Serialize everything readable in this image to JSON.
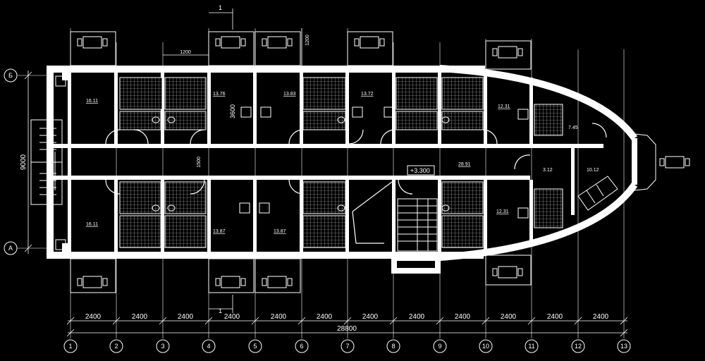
{
  "axes": {
    "letters": [
      "Б",
      "А"
    ],
    "numbers": [
      "1",
      "2",
      "3",
      "4",
      "5",
      "6",
      "7",
      "8",
      "9",
      "10",
      "11",
      "12",
      "13"
    ]
  },
  "dimensions": {
    "spans": [
      "2400",
      "2400",
      "2400",
      "2400",
      "2400",
      "2400",
      "2400",
      "2400",
      "2400",
      "2400",
      "2400",
      "2400"
    ],
    "total": "28800",
    "height": "9000",
    "room_depth": "3600",
    "corridor": "1500",
    "balcony": "1200",
    "small_dim": "1200"
  },
  "section_mark": "1",
  "elevation_mark": "+3.300",
  "rooms": {
    "r1": "16.11",
    "r2": "13.76",
    "r3": "13.83",
    "r4": "13.72",
    "r5": "12.31",
    "r6": "7.45",
    "r7": "16.11",
    "r8": "13.87",
    "r9": "13.87",
    "r10": "28.91",
    "r11": "12.31",
    "r12": "3.12",
    "r13": "10.12"
  },
  "colors": {
    "background": "#000000",
    "lines": "#ffffff",
    "hatch": "#bdbdbd"
  }
}
